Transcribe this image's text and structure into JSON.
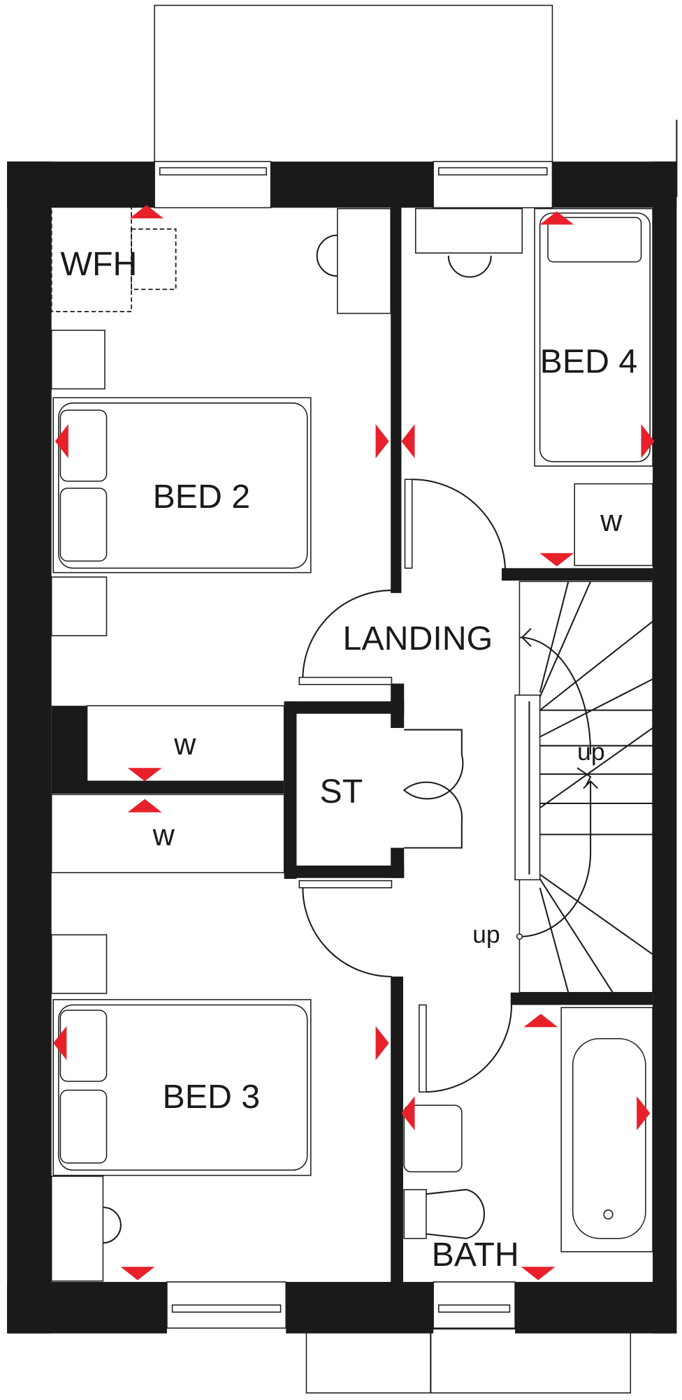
{
  "rooms": {
    "wfh": "WFH",
    "bed2": "BED 2",
    "bed3": "BED 3",
    "bed4": "BED 4",
    "landing": "LANDING",
    "store": "ST",
    "bath": "BATH",
    "wardrobe_bed4": "w",
    "wardrobe_bed2": "w",
    "wardrobe_bed3": "w"
  },
  "stairs": {
    "up_upper": "up",
    "up_lower": "up"
  },
  "colors": {
    "wall": "#1a1a1a",
    "marker": "#e8202a",
    "background": "#ffffff"
  },
  "icons": [
    "dimension-marker-triangle-icon"
  ]
}
